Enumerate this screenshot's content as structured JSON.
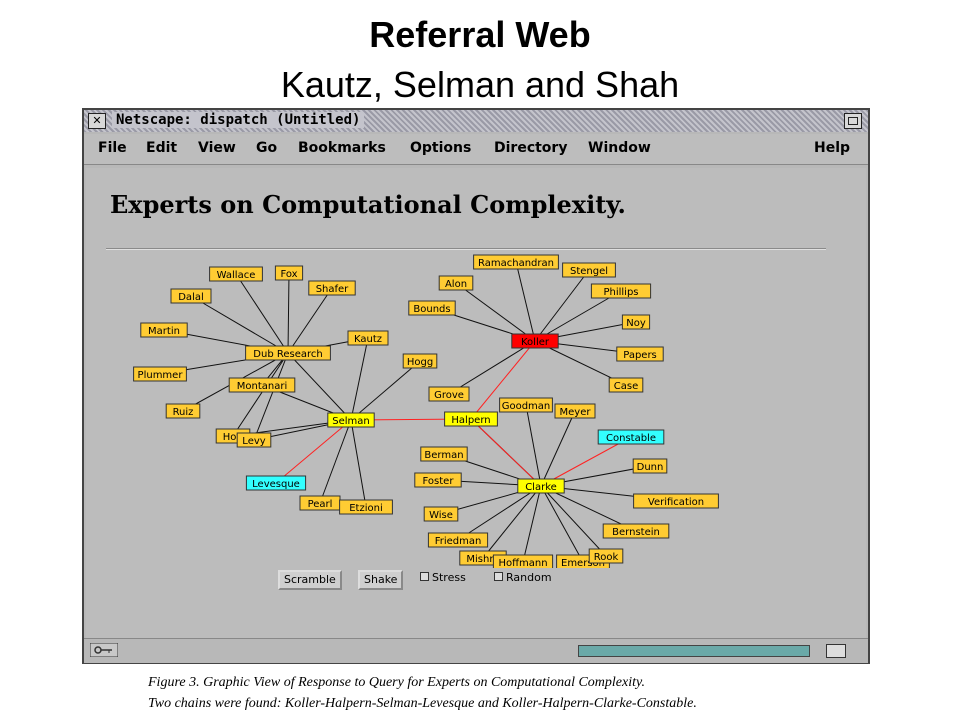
{
  "slide": {
    "title": "Referral Web",
    "subtitle": "Kautz, Selman and Shah"
  },
  "window": {
    "title": "Netscape: dispatch (Untitled)",
    "menu": [
      "File",
      "Edit",
      "View",
      "Go",
      "Bookmarks",
      "Options",
      "Directory",
      "Window",
      "Help"
    ]
  },
  "page": {
    "heading": "Experts on Computational Complexity."
  },
  "graph": {
    "nodes": [
      {
        "id": "wallace",
        "label": "Wallace",
        "color": "#ffcc33"
      },
      {
        "id": "fox",
        "label": "Fox",
        "color": "#ffcc33"
      },
      {
        "id": "shafer",
        "label": "Shafer",
        "color": "#ffcc33"
      },
      {
        "id": "dalal",
        "label": "Dalal",
        "color": "#ffcc33"
      },
      {
        "id": "martin",
        "label": "Martin",
        "color": "#ffcc33"
      },
      {
        "id": "dub",
        "label": "Dub Research",
        "color": "#ffcc33"
      },
      {
        "id": "kautz",
        "label": "Kautz",
        "color": "#ffcc33"
      },
      {
        "id": "plummer",
        "label": "Plummer",
        "color": "#ffcc33"
      },
      {
        "id": "montanari",
        "label": "Montanari",
        "color": "#ffcc33"
      },
      {
        "id": "ruiz",
        "label": "Ruiz",
        "color": "#ffcc33"
      },
      {
        "id": "hoff",
        "label": "Hoff",
        "color": "#ffcc33"
      },
      {
        "id": "levy",
        "label": "Levy",
        "color": "#ffcc33"
      },
      {
        "id": "selman",
        "label": "Selman",
        "color": "#ffff00"
      },
      {
        "id": "hogg",
        "label": "Hogg",
        "color": "#ffcc33"
      },
      {
        "id": "levesque",
        "label": "Levesque",
        "color": "#33ffff"
      },
      {
        "id": "pearl",
        "label": "Pearl",
        "color": "#ffcc33"
      },
      {
        "id": "etzioni",
        "label": "Etzioni",
        "color": "#ffcc33"
      },
      {
        "id": "ramachandran",
        "label": "Ramachandran",
        "color": "#ffcc33"
      },
      {
        "id": "stengel",
        "label": "Stengel",
        "color": "#ffcc33"
      },
      {
        "id": "alon",
        "label": "Alon",
        "color": "#ffcc33"
      },
      {
        "id": "phillips",
        "label": "Phillips",
        "color": "#ffcc33"
      },
      {
        "id": "bounds",
        "label": "Bounds",
        "color": "#ffcc33"
      },
      {
        "id": "noy",
        "label": "Noy",
        "color": "#ffcc33"
      },
      {
        "id": "koller",
        "label": "Koller",
        "color": "#ff0000"
      },
      {
        "id": "papers",
        "label": "Papers",
        "color": "#ffcc33"
      },
      {
        "id": "case",
        "label": "Case",
        "color": "#ffcc33"
      },
      {
        "id": "grove",
        "label": "Grove",
        "color": "#ffcc33"
      },
      {
        "id": "goodman",
        "label": "Goodman",
        "color": "#ffcc33"
      },
      {
        "id": "halpern",
        "label": "Halpern",
        "color": "#ffff00"
      },
      {
        "id": "meyer",
        "label": "Meyer",
        "color": "#ffcc33"
      },
      {
        "id": "constable",
        "label": "Constable",
        "color": "#33ffff"
      },
      {
        "id": "berman",
        "label": "Berman",
        "color": "#ffcc33"
      },
      {
        "id": "dunn",
        "label": "Dunn",
        "color": "#ffcc33"
      },
      {
        "id": "foster",
        "label": "Foster",
        "color": "#ffcc33"
      },
      {
        "id": "clarke",
        "label": "Clarke",
        "color": "#ffff00"
      },
      {
        "id": "verification",
        "label": "Verification",
        "color": "#ffcc33"
      },
      {
        "id": "wise",
        "label": "Wise",
        "color": "#ffcc33"
      },
      {
        "id": "bernstein",
        "label": "Bernstein",
        "color": "#ffcc33"
      },
      {
        "id": "friedman",
        "label": "Friedman",
        "color": "#ffcc33"
      },
      {
        "id": "mishra",
        "label": "Mishra",
        "color": "#ffcc33"
      },
      {
        "id": "hoffmann",
        "label": "Hoffmann",
        "color": "#ffcc33"
      },
      {
        "id": "emerson",
        "label": "Emerson",
        "color": "#ffcc33"
      },
      {
        "id": "rook",
        "label": "Rook",
        "color": "#ffcc33"
      }
    ],
    "edges": [
      [
        "wallace",
        "dub"
      ],
      [
        "fox",
        "dub"
      ],
      [
        "shafer",
        "dub"
      ],
      [
        "dalal",
        "dub"
      ],
      [
        "martin",
        "dub"
      ],
      [
        "plummer",
        "dub"
      ],
      [
        "montanari",
        "dub"
      ],
      [
        "ruiz",
        "dub"
      ],
      [
        "kautz",
        "dub"
      ],
      [
        "levy",
        "dub"
      ],
      [
        "hoff",
        "dub"
      ],
      [
        "dub",
        "selman"
      ],
      [
        "montanari",
        "selman"
      ],
      [
        "hoff",
        "selman"
      ],
      [
        "levy",
        "selman"
      ],
      [
        "kautz",
        "selman"
      ],
      [
        "hogg",
        "selman"
      ],
      [
        "pearl",
        "selman"
      ],
      [
        "etzioni",
        "selman"
      ],
      [
        "ramachandran",
        "koller"
      ],
      [
        "stengel",
        "koller"
      ],
      [
        "alon",
        "koller"
      ],
      [
        "phillips",
        "koller"
      ],
      [
        "bounds",
        "koller"
      ],
      [
        "noy",
        "koller"
      ],
      [
        "papers",
        "koller"
      ],
      [
        "case",
        "koller"
      ],
      [
        "grove",
        "koller"
      ],
      [
        "goodman",
        "clarke"
      ],
      [
        "meyer",
        "clarke"
      ],
      [
        "halpern",
        "clarke"
      ],
      [
        "berman",
        "clarke"
      ],
      [
        "dunn",
        "clarke"
      ],
      [
        "foster",
        "clarke"
      ],
      [
        "verification",
        "clarke"
      ],
      [
        "wise",
        "clarke"
      ],
      [
        "bernstein",
        "clarke"
      ],
      [
        "friedman",
        "clarke"
      ],
      [
        "mishra",
        "clarke"
      ],
      [
        "hoffmann",
        "clarke"
      ],
      [
        "emerson",
        "clarke"
      ],
      [
        "rook",
        "clarke"
      ]
    ],
    "red_edges": [
      [
        "koller",
        "halpern"
      ],
      [
        "halpern",
        "selman"
      ],
      [
        "selman",
        "levesque"
      ],
      [
        "halpern",
        "clarke"
      ],
      [
        "clarke",
        "constable"
      ]
    ],
    "colors": {
      "edge": "#111111",
      "chain_edge": "#ff2222"
    }
  },
  "controls": {
    "scramble": "Scramble",
    "shake": "Shake",
    "stress": "Stress",
    "random": "Random"
  },
  "caption": {
    "line1": "Figure 3. Graphic View of Response to Query for Experts on Computational Complexity.",
    "line2": "Two chains were found: Koller-Halpern-Selman-Levesque and Koller-Halpern-Clarke-Constable."
  }
}
